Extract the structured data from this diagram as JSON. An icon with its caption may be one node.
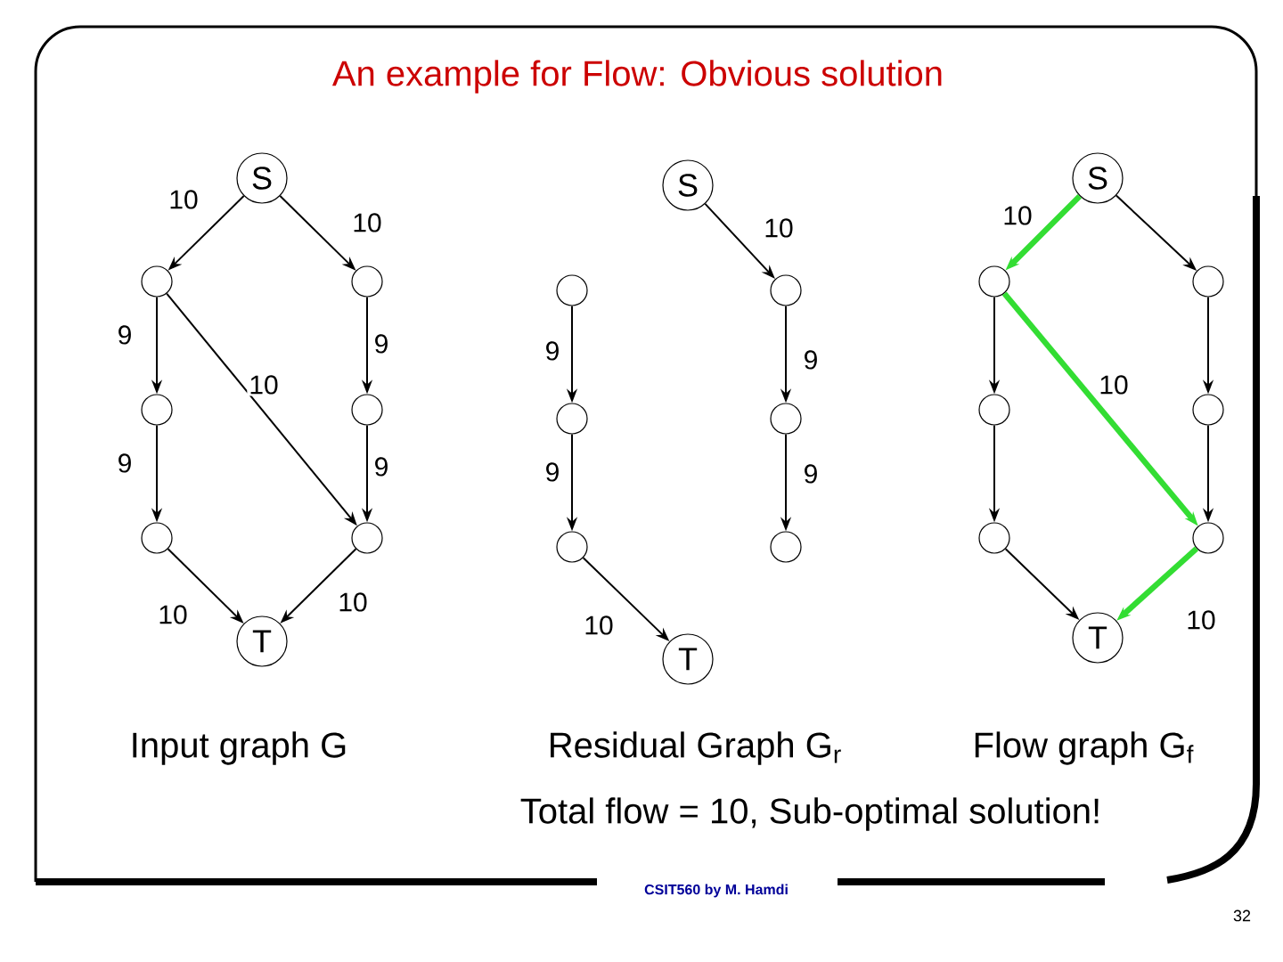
{
  "diagram": {
    "title": "An example for Flow: Obvious solution",
    "nodes": [
      {
        "text": [
          "S"
        ]
      },
      {
        "text": [],
        "shape": "circle"
      },
      {
        "text": [],
        "shape": "circle"
      },
      {
        "text": [],
        "shape": "circle"
      },
      {
        "text": [],
        "shape": "circle"
      },
      {
        "text": [],
        "shape": "circle"
      },
      {
        "text": [],
        "shape": "circle"
      },
      {
        "text": [
          "T"
        ]
      },
      {
        "text": [
          "S"
        ]
      },
      {
        "text": [],
        "shape": "circle"
      },
      {
        "text": [],
        "shape": "circle"
      },
      {
        "text": [],
        "shape": "circle"
      },
      {
        "text": [],
        "shape": "circle"
      },
      {
        "text": [],
        "shape": "circle"
      },
      {
        "text": [],
        "shape": "circle"
      },
      {
        "text": [
          "T"
        ]
      },
      {
        "text": [
          "S"
        ]
      },
      {
        "text": [],
        "shape": "circle"
      },
      {
        "text": [],
        "shape": "circle"
      },
      {
        "text": [],
        "shape": "circle"
      },
      {
        "text": [],
        "shape": "circle"
      },
      {
        "text": [],
        "shape": "circle"
      },
      {
        "text": [],
        "shape": "circle"
      },
      {
        "text": [
          "T"
        ]
      }
    ],
    "edges": [
      {
        "from": 0,
        "to": 1,
        "arrow": "to",
        "label": "10"
      },
      {
        "from": 0,
        "to": 2,
        "arrow": "to",
        "label": "10"
      },
      {
        "from": 1,
        "to": 3,
        "arrow": "to",
        "label": "9"
      },
      {
        "from": 3,
        "to": 5,
        "arrow": "to",
        "label": "9"
      },
      {
        "from": 2,
        "to": 4,
        "arrow": "to",
        "label": "9"
      },
      {
        "from": 4,
        "to": 6,
        "arrow": "to",
        "label": "9"
      },
      {
        "from": 1,
        "to": 6,
        "arrow": "to",
        "label": "10"
      },
      {
        "from": 5,
        "to": 7,
        "arrow": "to",
        "label": "10"
      },
      {
        "from": 6,
        "to": 7,
        "arrow": "to",
        "label": "10"
      },
      {
        "from": 8,
        "to": 10,
        "arrow": "to",
        "label": "10"
      },
      {
        "from": 9,
        "to": 11,
        "arrow": "to",
        "label": "9"
      },
      {
        "from": 11,
        "to": 13,
        "arrow": "to",
        "label": "9"
      },
      {
        "from": 10,
        "to": 12,
        "arrow": "to",
        "label": "9"
      },
      {
        "from": 12,
        "to": 14,
        "arrow": "to",
        "label": "9"
      },
      {
        "from": 13,
        "to": 15,
        "arrow": "to",
        "label": "10"
      },
      {
        "from": 16,
        "to": 17,
        "arrow": "to",
        "label": "10",
        "style": "thick",
        "color": "#33dd33"
      },
      {
        "from": 16,
        "to": 18,
        "arrow": "to"
      },
      {
        "from": 17,
        "to": 19,
        "arrow": "to"
      },
      {
        "from": 19,
        "to": 21,
        "arrow": "to"
      },
      {
        "from": 18,
        "to": 20,
        "arrow": "to"
      },
      {
        "from": 20,
        "to": 22,
        "arrow": "to"
      },
      {
        "from": 17,
        "to": 22,
        "arrow": "to",
        "label": "10",
        "style": "thick",
        "color": "#33dd33"
      },
      {
        "from": 21,
        "to": 23,
        "arrow": "to"
      },
      {
        "from": 22,
        "to": 23,
        "arrow": "to",
        "label": "10",
        "style": "thick",
        "color": "#33dd33"
      }
    ],
    "labels": [
      "Input graph G",
      "Residual Graph G$_{r}$",
      "Flow graph G$_{f}$",
      "Total flow = 10, Sub-optimal solution!",
      "CSIT560 by M. Hamdi",
      "32"
    ]
  }
}
